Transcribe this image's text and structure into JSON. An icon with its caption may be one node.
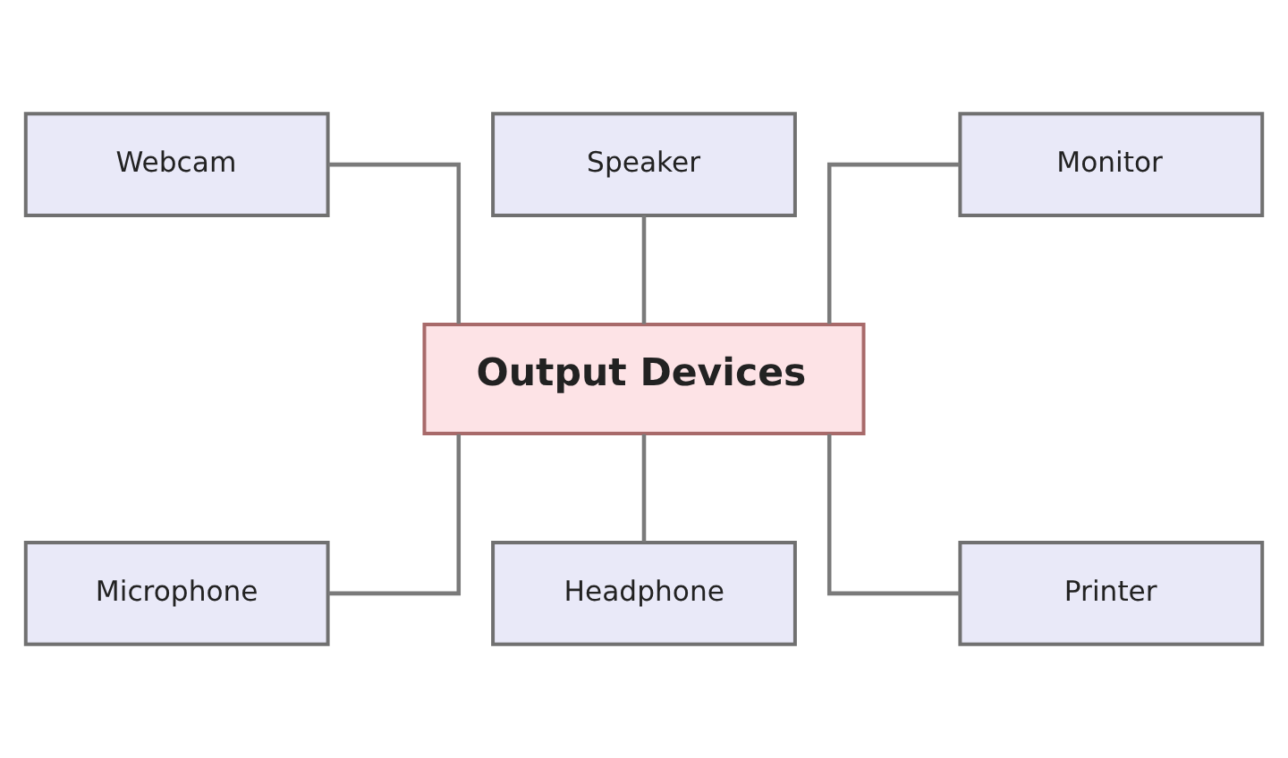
{
  "diagram": {
    "nodes": [
      {
        "text": [
          "Webcam"
        ]
      },
      {
        "text": [
          "Speaker"
        ]
      },
      {
        "text": [
          "Monitor"
        ]
      },
      {
        "text": [
          "Output Devices"
        ]
      },
      {
        "text": [
          "Microphone"
        ]
      },
      {
        "text": [
          "Headphone"
        ]
      },
      {
        "text": [
          "Printer"
        ]
      }
    ],
    "edges": [
      {
        "from": 0,
        "to": 3,
        "arrow": "none"
      },
      {
        "from": 1,
        "to": 3,
        "arrow": "none"
      },
      {
        "from": 2,
        "to": 3,
        "arrow": "none"
      },
      {
        "from": 3,
        "to": 4,
        "arrow": "none"
      },
      {
        "from": 3,
        "to": 5,
        "arrow": "none"
      },
      {
        "from": 3,
        "to": 6,
        "arrow": "none"
      }
    ]
  }
}
